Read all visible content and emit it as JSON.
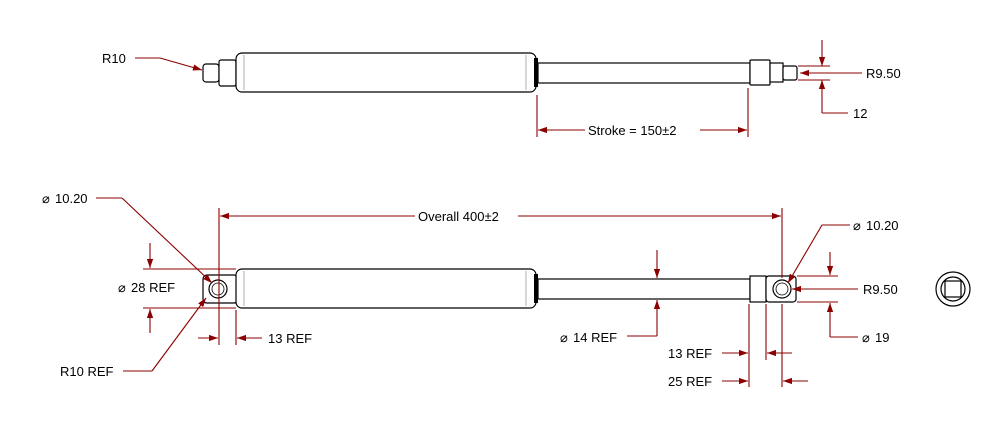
{
  "top_view": {
    "r_left": "R10",
    "r_right": "R9.50",
    "length_right": "12",
    "stroke": "Stroke = 150±2"
  },
  "front_view": {
    "dia_left": "10.20",
    "overall": "Overall 400±2",
    "dia_right": "10.20",
    "dia_body": "28 REF",
    "r_right": "R9.50",
    "dia_rod": "14 REF",
    "dia_end": "19",
    "len_left_eye": "13 REF",
    "r_left_ref": "R10 REF",
    "len_right_13": "13 REF",
    "len_right_25": "25 REF"
  },
  "colors": {
    "dimension_lines": "#8b0000",
    "part_outline": "#000000"
  }
}
